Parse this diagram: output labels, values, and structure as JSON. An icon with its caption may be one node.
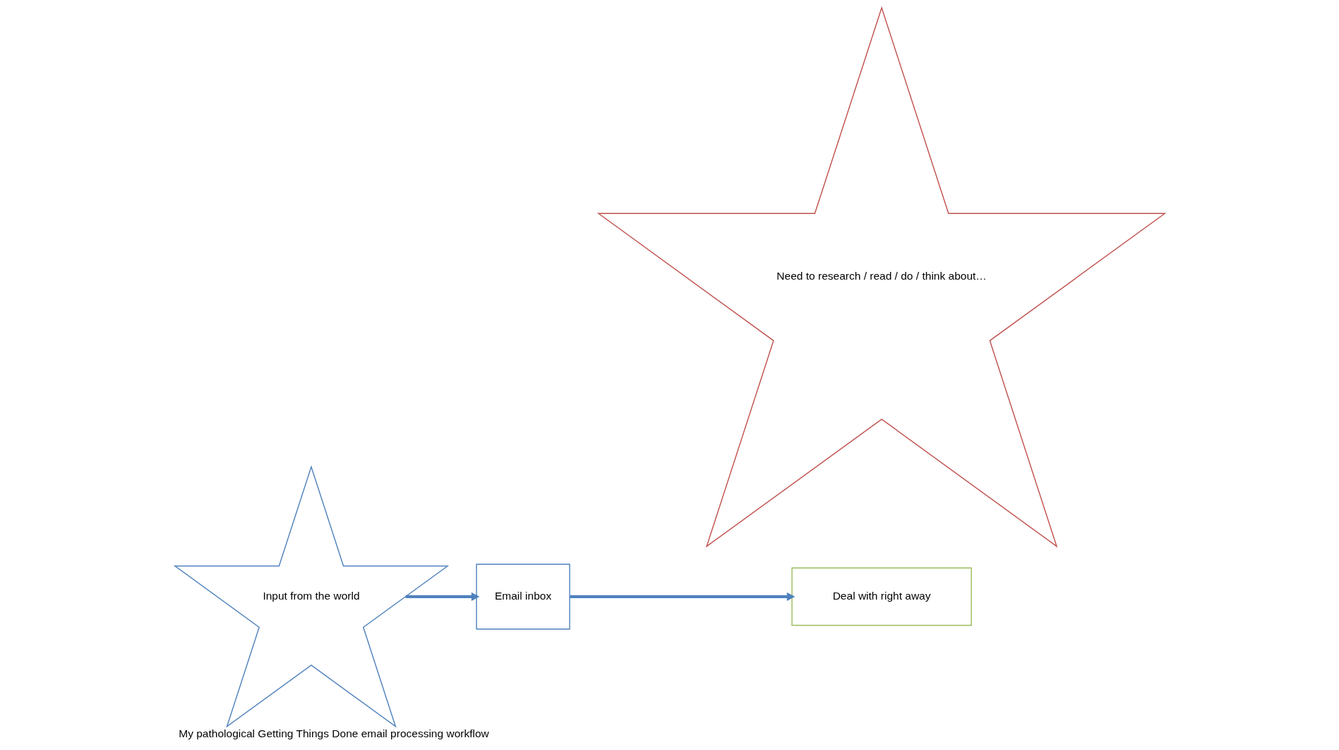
{
  "diagram": {
    "caption": "My pathological Getting Things Done email processing workflow",
    "nodes": [
      {
        "text": [
          "Input from the world"
        ]
      },
      {
        "text": [
          "Email inbox"
        ]
      },
      {
        "text": [
          "Deal with right away"
        ]
      },
      {
        "text": [
          "Need to research / read / do / think about…"
        ]
      }
    ],
    "edges": [
      {
        "from": 0,
        "to": 1,
        "arrow": "to"
      },
      {
        "from": 1,
        "to": 2,
        "arrow": "to"
      }
    ]
  }
}
